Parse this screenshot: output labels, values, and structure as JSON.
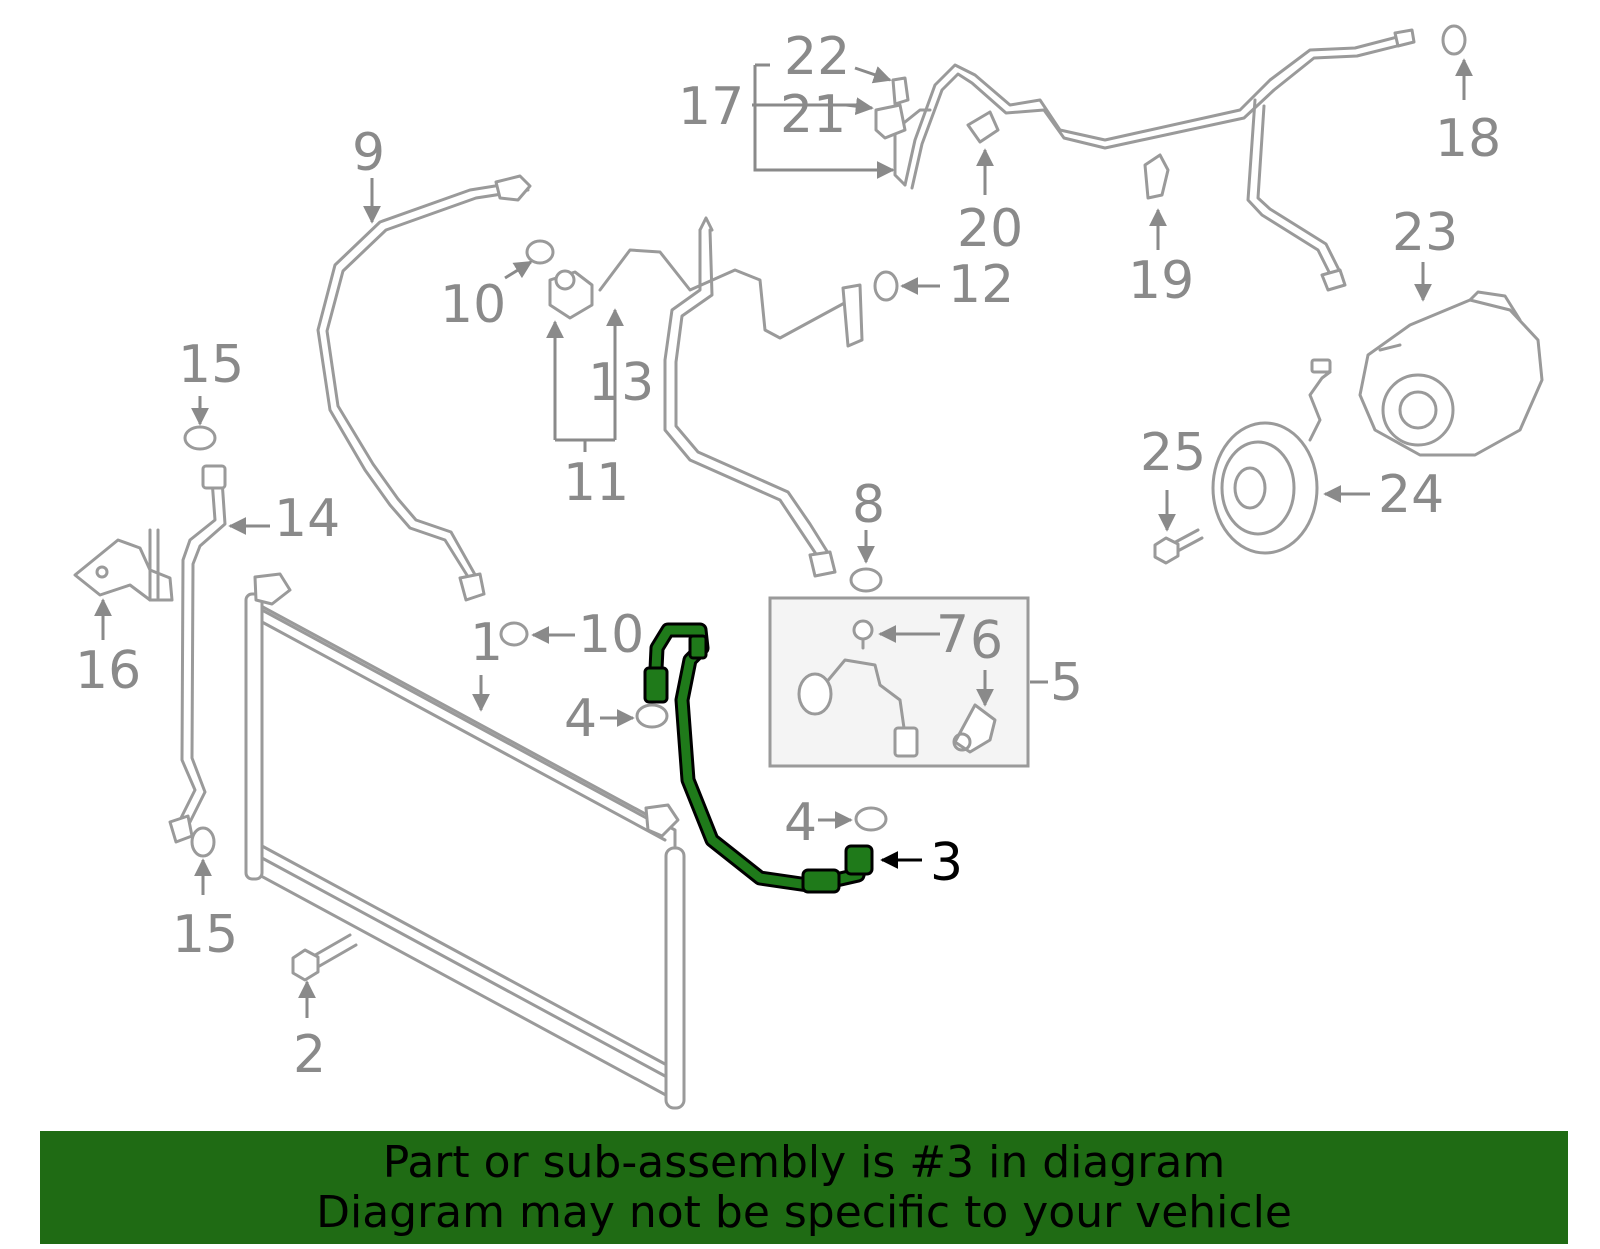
{
  "diagram": {
    "highlight_color": "#1f7a1a",
    "labels": [
      {
        "id": "n1",
        "text": "1"
      },
      {
        "id": "n2",
        "text": "2"
      },
      {
        "id": "n3",
        "text": "3"
      },
      {
        "id": "n4a",
        "text": "4"
      },
      {
        "id": "n4b",
        "text": "4"
      },
      {
        "id": "n5",
        "text": "5"
      },
      {
        "id": "n6",
        "text": "6"
      },
      {
        "id": "n7",
        "text": "7"
      },
      {
        "id": "n8",
        "text": "8"
      },
      {
        "id": "n9",
        "text": "9"
      },
      {
        "id": "n10a",
        "text": "10"
      },
      {
        "id": "n10b",
        "text": "10"
      },
      {
        "id": "n11",
        "text": "11"
      },
      {
        "id": "n12",
        "text": "12"
      },
      {
        "id": "n13",
        "text": "13"
      },
      {
        "id": "n14",
        "text": "14"
      },
      {
        "id": "n15a",
        "text": "15"
      },
      {
        "id": "n15b",
        "text": "15"
      },
      {
        "id": "n16",
        "text": "16"
      },
      {
        "id": "n17",
        "text": "17"
      },
      {
        "id": "n18",
        "text": "18"
      },
      {
        "id": "n19",
        "text": "19"
      },
      {
        "id": "n20",
        "text": "20"
      },
      {
        "id": "n21",
        "text": "21"
      },
      {
        "id": "n22",
        "text": "22"
      },
      {
        "id": "n23",
        "text": "23"
      },
      {
        "id": "n24",
        "text": "24"
      },
      {
        "id": "n25",
        "text": "25"
      }
    ]
  },
  "banner": {
    "background": "#1f6b14",
    "line1": "Part or sub-assembly is #3 in diagram",
    "line2": "Diagram may not be specific to your vehicle"
  }
}
